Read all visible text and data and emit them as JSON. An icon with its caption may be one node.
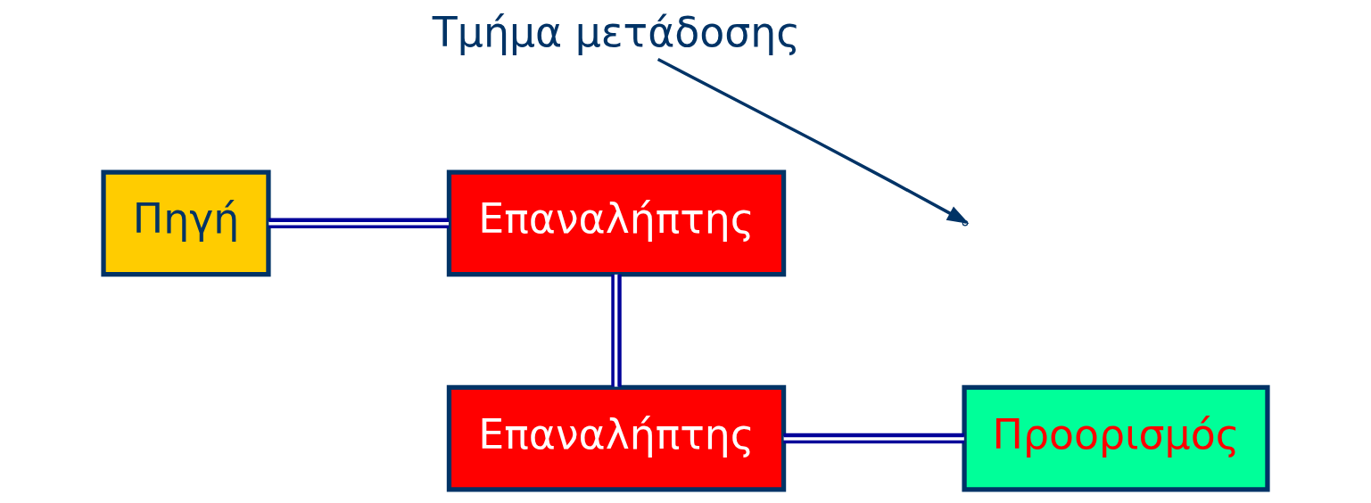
{
  "diagram": {
    "nodes": [
      {
        "text": [
          "Πηγή"
        ]
      },
      {
        "text": [
          "Επαναλήπτης"
        ]
      },
      {
        "text": [
          "Επαναλήπτης"
        ]
      },
      {
        "text": [
          "Προορισμός"
        ]
      },
      {
        "text": [
          "Τμήμα μετάδοσης"
        ]
      }
    ],
    "edges": [
      {
        "from": 0,
        "to": 1,
        "arrow": "none"
      },
      {
        "from": 1,
        "to": 2,
        "arrow": "none"
      },
      {
        "from": 2,
        "to": 3,
        "arrow": "none"
      },
      {
        "from": 4,
        "to": null,
        "arrow": "to"
      }
    ]
  }
}
